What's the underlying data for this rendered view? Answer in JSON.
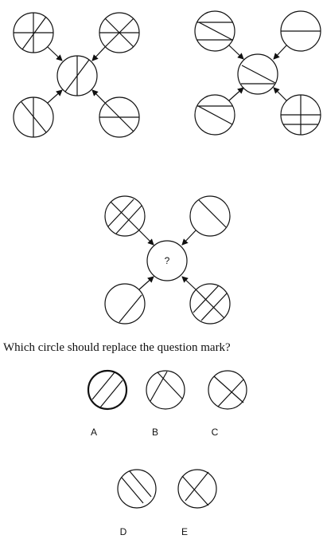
{
  "question": "Which circle should replace the question mark?",
  "center_symbol": "?",
  "options": [
    {
      "label": "A"
    },
    {
      "label": "B"
    },
    {
      "label": "C"
    },
    {
      "label": "D"
    },
    {
      "label": "E"
    }
  ]
}
